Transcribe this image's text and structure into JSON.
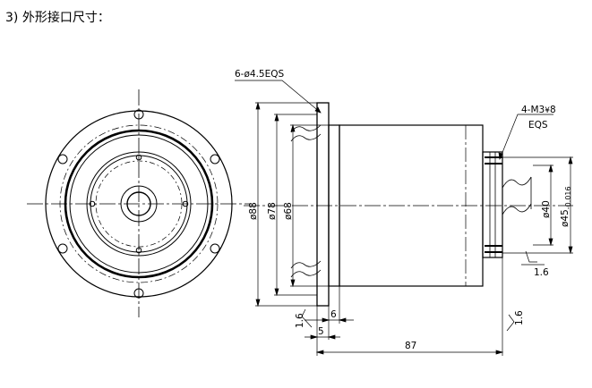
{
  "heading": "3) 外形接口尺寸：",
  "labels": {
    "holes_front": "6-ø4.5EQS",
    "thread_main": "4-M3",
    "thread_sep": "¥",
    "thread_depth": "8",
    "thread_eqs": "EQS",
    "dia_88": "ø88",
    "dia_78": "ø78",
    "dia_68": "ø68",
    "dia_40": "ø40",
    "dia_45": "ø45",
    "dia_45_tol": "-0.016",
    "dim_6": "6",
    "dim_5": "5",
    "dim_87": "87",
    "rough_a": "1.6",
    "rough_b": "1.6",
    "rough_c": "1.6"
  },
  "colors": {
    "line": "#000000",
    "background": "#ffffff"
  }
}
